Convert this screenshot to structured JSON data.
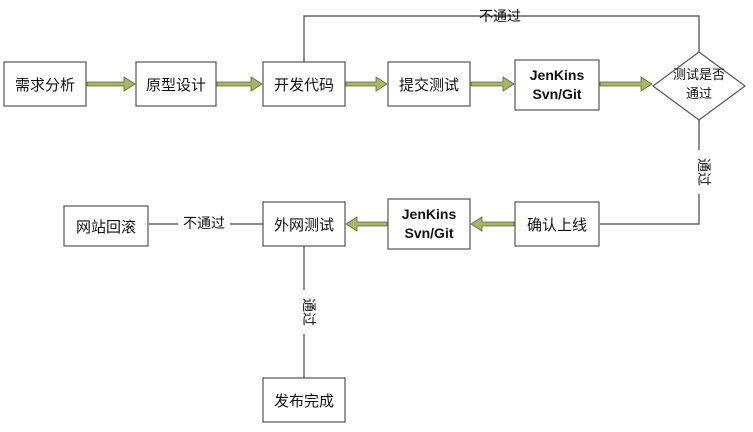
{
  "nodes": {
    "requirements": "需求分析",
    "prototype": "原型设计",
    "develop": "开发代码",
    "submit_test": "提交测试",
    "jenkins1_line1": "JenKins",
    "jenkins1_line2": "Svn/Git",
    "test_pass_line1": "测试是否",
    "test_pass_line2": "通过",
    "confirm_online": "确认上线",
    "jenkins2_line1": "JenKins",
    "jenkins2_line2": "Svn/Git",
    "external_test": "外网测试",
    "rollback": "网站回滚",
    "release_done": "发布完成"
  },
  "edges": {
    "fail_top": "不通过",
    "pass_right": "通过",
    "fail_left": "不通过",
    "pass_bottom": "通过"
  },
  "colors": {
    "arrow_fill": "#a8b56a",
    "arrow_stroke": "#5a6b22",
    "box_stroke": "#555555"
  }
}
